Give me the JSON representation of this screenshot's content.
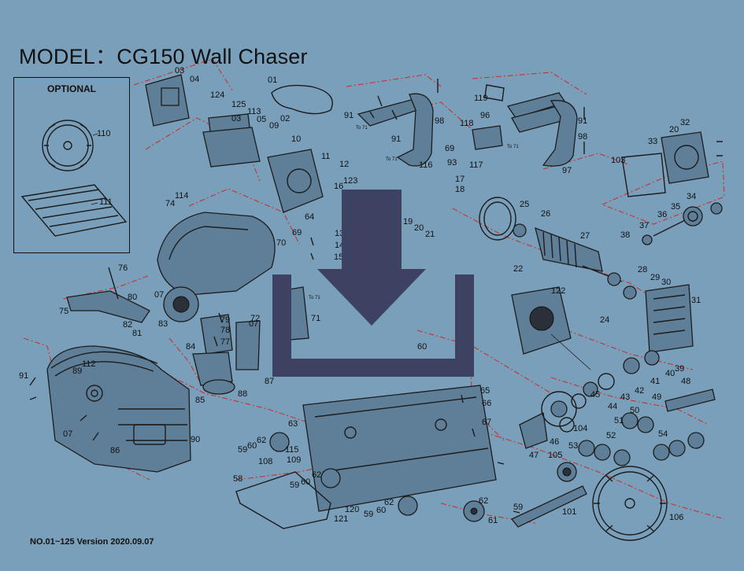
{
  "title": "MODEL：CG150 Wall Chaser",
  "footer": "NO.01~125  Version 2020.09.07",
  "optional_box": {
    "label": "OPTIONAL",
    "parts": [
      "110",
      "111"
    ]
  },
  "icons": {
    "download": "download-icon"
  },
  "colors": {
    "background": "#7a9fba",
    "leader_lines": "#c8342c",
    "ink": "#1c1c1c",
    "download_icon": "#3d4262"
  },
  "small_labels": [
    "To 71",
    "To 71",
    "To 71",
    "To 71"
  ],
  "part_labels": [
    "01",
    "02",
    "03",
    "03",
    "04",
    "05",
    "07",
    "07",
    "07",
    "09",
    "10",
    "11",
    "12",
    "13",
    "14",
    "15",
    "16",
    "17",
    "18",
    "19",
    "20",
    "20",
    "21",
    "22",
    "24",
    "25",
    "26",
    "27",
    "28",
    "29",
    "30",
    "31",
    "32",
    "33",
    "34",
    "35",
    "36",
    "37",
    "38",
    "39",
    "40",
    "41",
    "42",
    "43",
    "44",
    "45",
    "46",
    "47",
    "48",
    "49",
    "50",
    "51",
    "52",
    "53",
    "54",
    "58",
    "59",
    "59",
    "59",
    "59",
    "59",
    "60",
    "60",
    "60",
    "60",
    "61",
    "62",
    "62",
    "62",
    "62",
    "63",
    "64",
    "65",
    "66",
    "67",
    "69",
    "69",
    "70",
    "71",
    "72",
    "74",
    "75",
    "76",
    "77",
    "78",
    "79",
    "80",
    "81",
    "82",
    "83",
    "84",
    "85",
    "86",
    "87",
    "88",
    "89",
    "90",
    "91",
    "91",
    "91",
    "91",
    "93",
    "96",
    "97",
    "98",
    "98",
    "101",
    "103",
    "104",
    "105",
    "106",
    "108",
    "109",
    "112",
    "113",
    "114",
    "115",
    "116",
    "117",
    "118",
    "119",
    "120",
    "121",
    "122",
    "123",
    "124",
    "125"
  ]
}
